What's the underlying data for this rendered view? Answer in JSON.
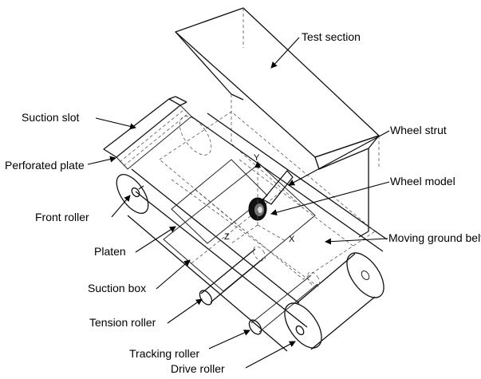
{
  "labels": {
    "test_section": "Test section",
    "suction_slot": "Suction slot",
    "perforated_plate": "Perforated plate",
    "wheel_strut": "Wheel strut",
    "wheel_model": "Wheel model",
    "front_roller": "Front roller",
    "platen": "Platen",
    "moving_ground_belt": "Moving ground belt",
    "suction_box": "Suction box",
    "tension_roller": "Tension roller",
    "tracking_roller": "Tracking roller",
    "drive_roller": "Drive roller"
  },
  "axes": {
    "y": "Y",
    "z": "Z",
    "x": "X"
  }
}
